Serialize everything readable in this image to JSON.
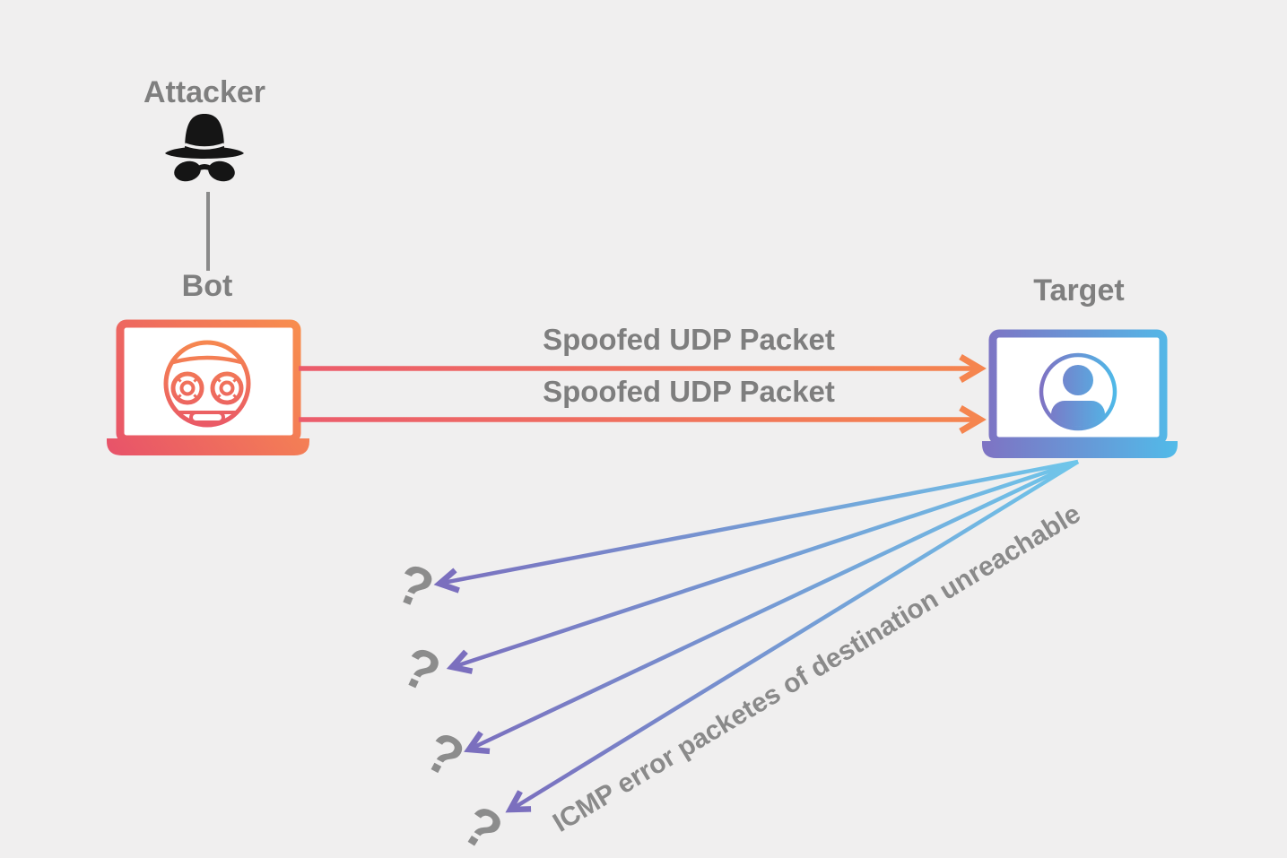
{
  "colors": {
    "background": "#f0efef",
    "label_gray": "#7f7f7f",
    "question_gray": "#8c8c8c",
    "icmp_text_gray": "#8a8a8a",
    "udp_arrow_pink": "#EB5C6C",
    "udp_arrow_orange": "#F5854F",
    "icmp_arrow_blue": "#6FC6EA",
    "icmp_arrow_purple": "#7B6FBE",
    "bot_gradient_start": "#E7506B",
    "bot_gradient_end": "#F9924C",
    "target_gradient_start": "#8070C2",
    "target_gradient_end": "#50BDEA",
    "spy_black": "#151515"
  },
  "icons": {
    "attacker": "spy-incognito-icon",
    "bot": "laptop-with-robot-face-icon",
    "target": "laptop-with-user-avatar-icon"
  },
  "nodes": {
    "attacker": {
      "label": "Attacker"
    },
    "bot": {
      "label": "Bot"
    },
    "target": {
      "label": "Target"
    }
  },
  "flows": {
    "udp_packet_1": "Spoofed UDP Packet",
    "udp_packet_2": "Spoofed UDP Packet",
    "icmp_reply": "ICMP error packetes of destination unreachable"
  },
  "question_marks": [
    "?",
    "?",
    "?",
    "?"
  ]
}
